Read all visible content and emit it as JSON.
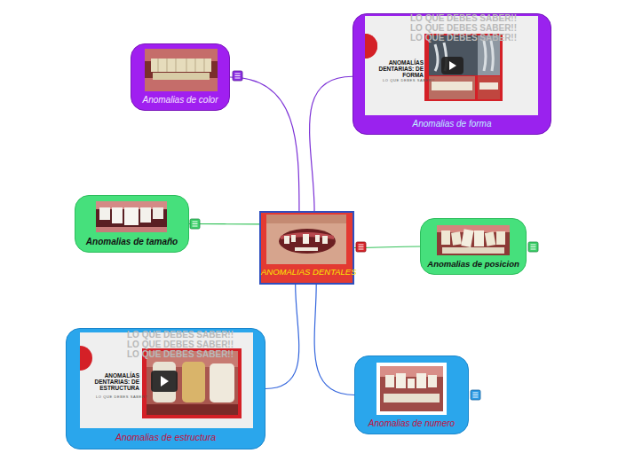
{
  "diagram": {
    "nodes": [
      {
        "text": [
          "Anomalias de color"
        ]
      },
      {
        "text": [
          "Anomalias de forma"
        ]
      },
      {
        "text": [
          "Anomalias de tamaño"
        ]
      },
      {
        "text": [
          "ANOMALIAS DENTALES"
        ]
      },
      {
        "text": [
          "Anomalias de posicion"
        ]
      },
      {
        "text": [
          "Anomalias de estructura"
        ]
      },
      {
        "text": [
          "Anomalias de numero"
        ]
      }
    ],
    "edges": [
      {
        "from": 3,
        "to": 0,
        "arrow": "none"
      },
      {
        "from": 3,
        "to": 1,
        "arrow": "none"
      },
      {
        "from": 3,
        "to": 2,
        "arrow": "none"
      },
      {
        "from": 3,
        "to": 4,
        "arrow": "none"
      },
      {
        "from": 3,
        "to": 5,
        "arrow": "none"
      },
      {
        "from": 3,
        "to": 6,
        "arrow": "none"
      }
    ],
    "labels": [
      "LO QUE DEBES SABER!!",
      "LO QUE DEBES SABER!!",
      "LO QUE DEBES SABER!!",
      "ANOMALÍAS DENTARIAS: DE FORMA",
      "LO QUE DEBES SABER!!",
      "LO QUE DEBES SABER!!",
      "LO QUE DEBES SABER!!",
      "LO QUE DEBES SABER!!",
      "ANOMALÍAS DENTARIAS: DE ESTRUCTURA",
      "LO QUE DEBES SABER!!"
    ]
  }
}
